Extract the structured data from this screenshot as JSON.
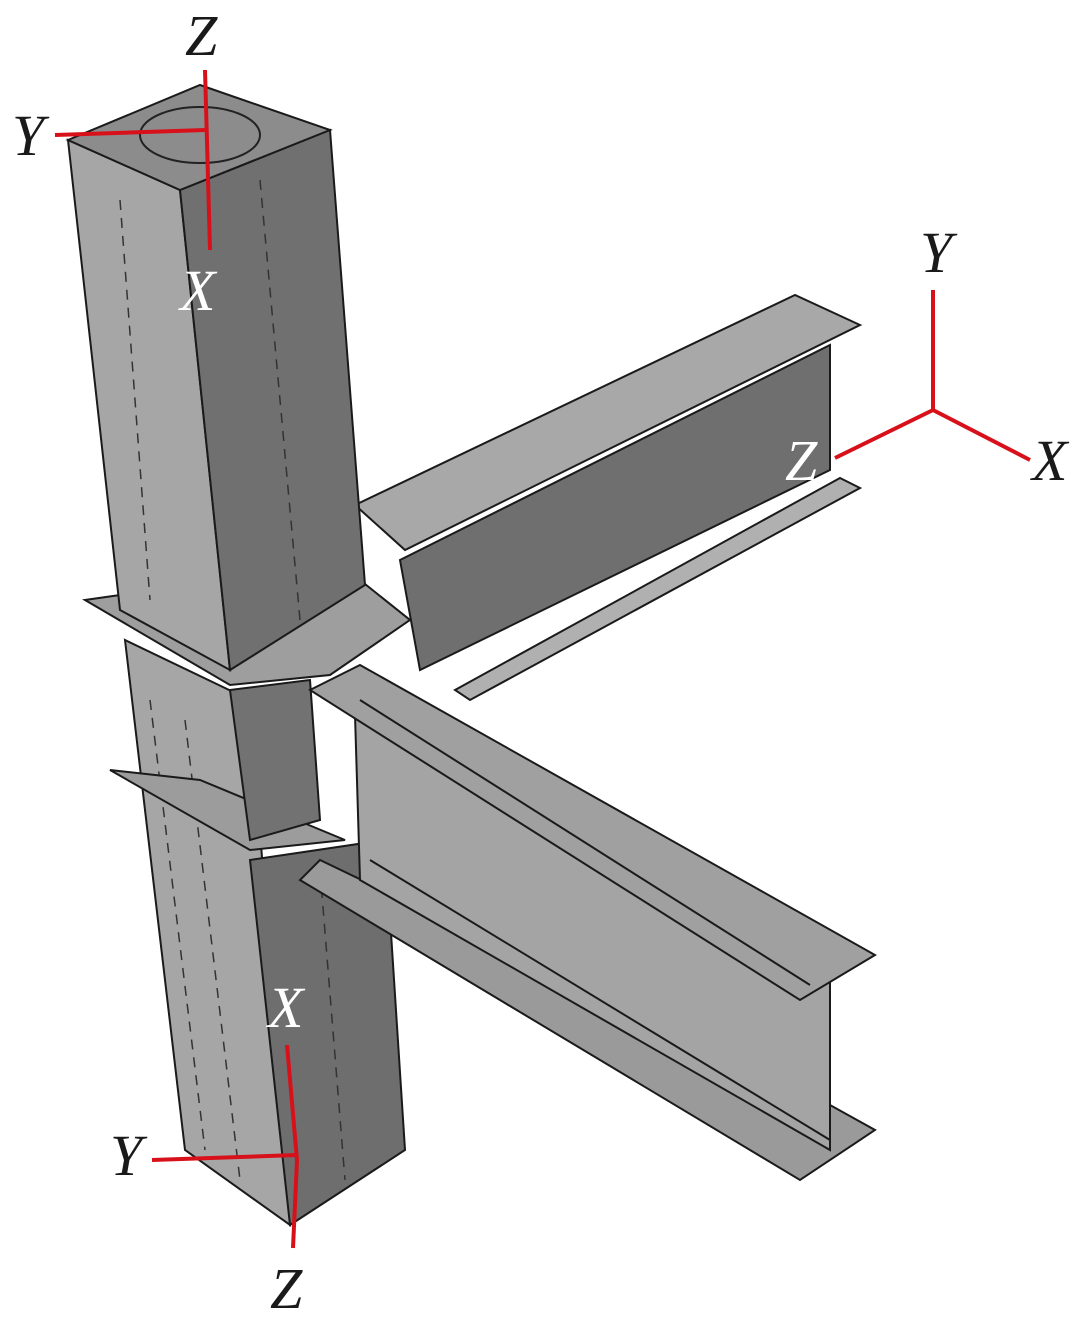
{
  "colors": {
    "axis": "#d8101a",
    "steel_light": "#a9a9a9",
    "steel_mid": "#8f8f8f",
    "steel_dark": "#6f6f6f"
  },
  "axes": {
    "column_top": {
      "z": "Z",
      "y": "Y",
      "x": "X"
    },
    "global": {
      "y": "Y",
      "x": "X",
      "z": "Z"
    },
    "column_bottom": {
      "x": "X",
      "y": "Y",
      "z": "Z"
    }
  }
}
